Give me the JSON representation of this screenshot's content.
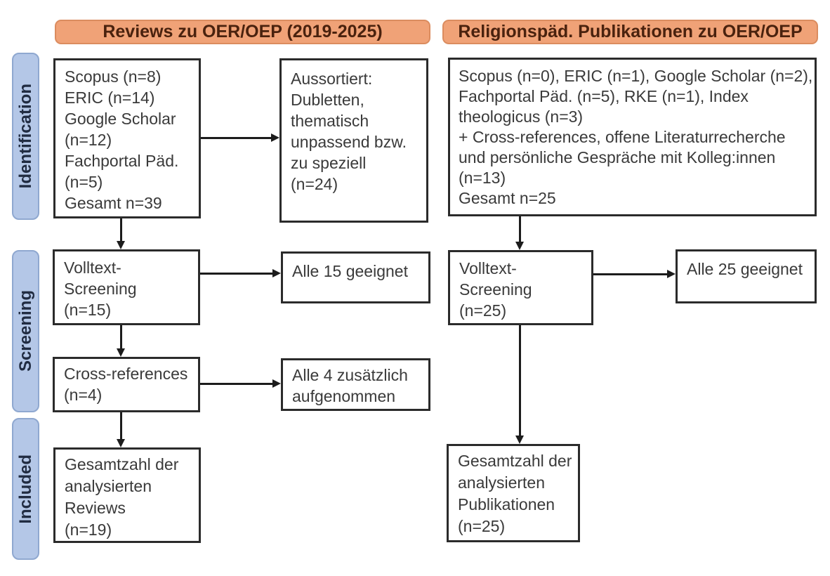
{
  "headers": {
    "left": "Reviews zu OER/OEP (2019-2025)",
    "right": "Religionspäd. Publikationen zu OER/OEP"
  },
  "stages": {
    "identification": "Identification",
    "screening": "Screening",
    "included": "Included"
  },
  "left_column": {
    "sources": {
      "lines": [
        "Scopus (n=8)",
        "ERIC (n=14)",
        "Google Scholar",
        "(n=12)",
        "Fachportal Päd.",
        "(n=5)",
        "Gesamt n=39"
      ]
    },
    "aussortiert": {
      "lines": [
        "Aussortiert:",
        "Dubletten,",
        "thematisch",
        "unpassend bzw.",
        "zu speziell",
        "(n=24)"
      ]
    },
    "volltext": {
      "lines": [
        "Volltext-",
        "Screening",
        "(n=15)"
      ]
    },
    "alle_geeignet": {
      "lines": [
        "Alle 15 geeignet"
      ]
    },
    "crossref": {
      "lines": [
        "Cross-references",
        "(n=4)"
      ]
    },
    "alle_aufgenommen": {
      "lines": [
        "Alle 4 zusätzlich",
        "aufgenommen"
      ]
    },
    "gesamt": {
      "lines": [
        "Gesamtzahl der",
        "analysierten",
        "Reviews",
        "(n=19)"
      ]
    }
  },
  "right_column": {
    "sources": {
      "lines": [
        "Scopus (n=0), ERIC (n=1), Google Scholar (n=2),",
        "Fachportal Päd. (n=5), RKE (n=1), Index",
        "theologicus (n=3)",
        "+ Cross-references, offene Literaturrecherche",
        "und persönliche Gespräche mit Kolleg:innen",
        "(n=13)",
        "Gesamt n=25"
      ]
    },
    "volltext": {
      "lines": [
        "Volltext-",
        "Screening",
        "(n=25)"
      ]
    },
    "alle_geeignet": {
      "lines": [
        "Alle 25 geeignet"
      ]
    },
    "gesamt": {
      "lines": [
        "Gesamtzahl der",
        "analysierten",
        "Publikationen",
        "(n=25)"
      ]
    }
  },
  "colors": {
    "header_fill": "#F0A277",
    "header_border": "#DB8C5F",
    "header_text": "#4A220E",
    "stage_label_fill": "#B4C7E7",
    "stage_label_border": "#8FA8D0",
    "stage_label_text": "#212C42",
    "box_border": "#2B2B2B",
    "box_text": "#3A3A3A",
    "arrow": "#1C1C1C"
  }
}
